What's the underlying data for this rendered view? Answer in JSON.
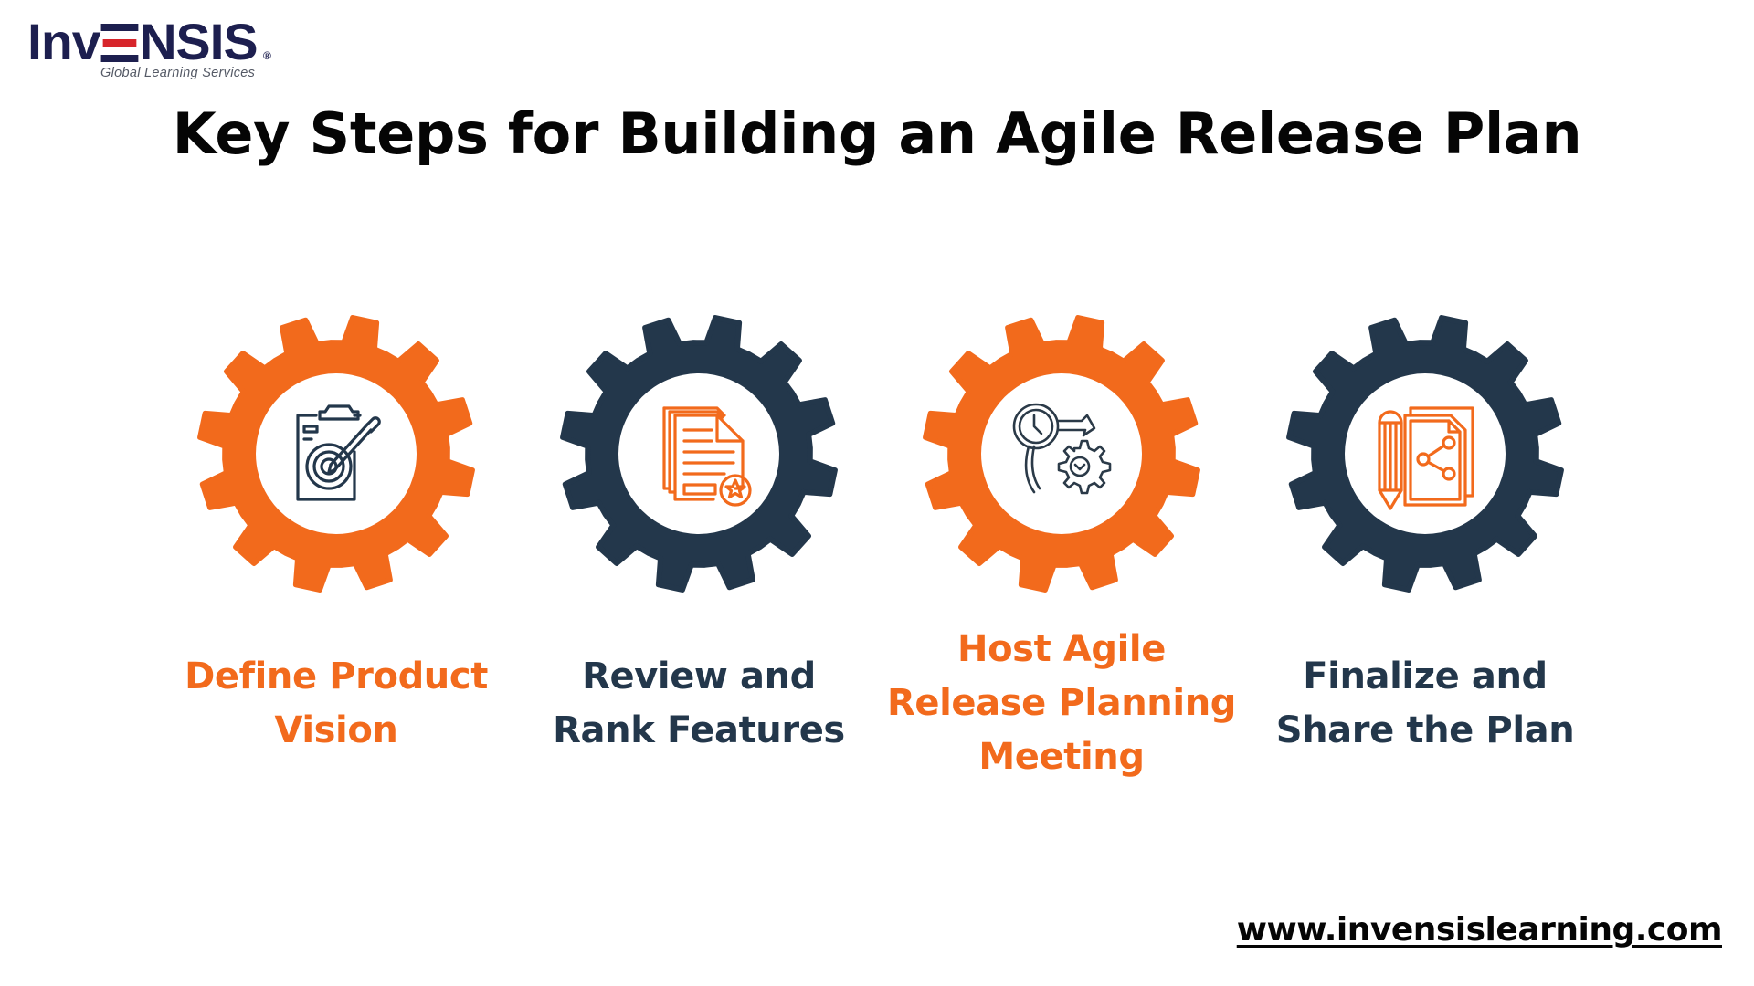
{
  "logo": {
    "brand_prefix": "Inv",
    "brand_suffix": "NSIS",
    "registered_mark": "®",
    "tagline": "Global Learning Services",
    "colors": {
      "primary": "#1d1f4f",
      "accent": "#d7252b",
      "tagline": "#555a66"
    }
  },
  "title": "Key Steps for Building an Agile Release Plan",
  "colors": {
    "orange": "#f26a1c",
    "navy": "#23374b",
    "title": "#050505",
    "background": "#ffffff"
  },
  "steps": [
    {
      "label_lines": [
        "Define Product",
        "Vision"
      ],
      "gear_color": "orange",
      "icon": "clipboard-target-pencil-icon"
    },
    {
      "label_lines": [
        "Review and",
        "Rank Features"
      ],
      "gear_color": "navy",
      "icon": "documents-star-icon"
    },
    {
      "label_lines": [
        "Host Agile",
        "Release Planning",
        "Meeting"
      ],
      "gear_color": "orange",
      "icon": "clock-gear-cycle-icon"
    },
    {
      "label_lines": [
        "Finalize and",
        "Share the Plan"
      ],
      "gear_color": "navy",
      "icon": "pencil-document-share-icon"
    }
  ],
  "footer": {
    "url": "www.invensislearning.com"
  }
}
